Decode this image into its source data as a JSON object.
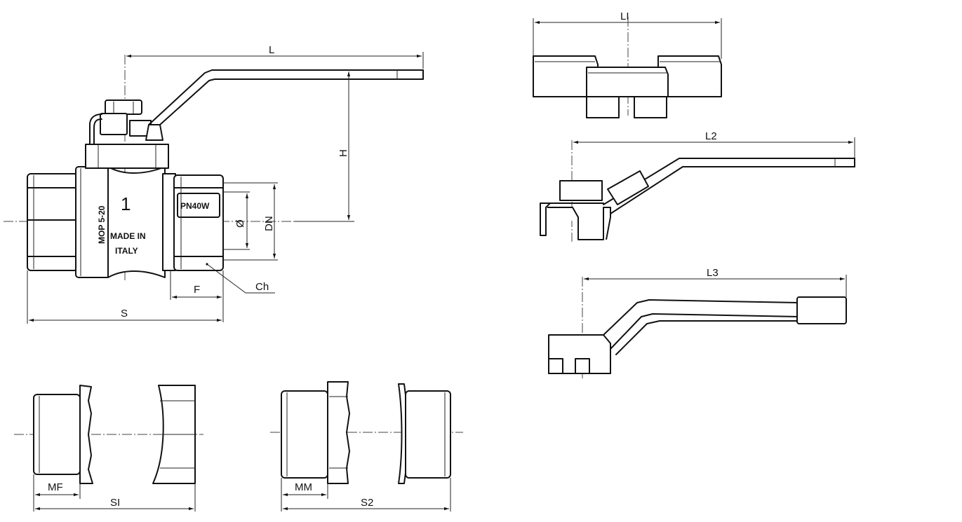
{
  "labels": {
    "L": "L",
    "H": "H",
    "diameter": "Ø",
    "DN": "DN",
    "F": "F",
    "Ch": "Ch",
    "S": "S",
    "L1": "LI",
    "L2": "L2",
    "L3": "L3",
    "MF": "MF",
    "S1": "SI",
    "MM": "MM",
    "S2": "S2"
  },
  "body_markings": {
    "size": "1",
    "mop": "MOP 5-20",
    "pressure": "PN40W",
    "origin_line1": "MADE IN",
    "origin_line2": "ITALY"
  }
}
